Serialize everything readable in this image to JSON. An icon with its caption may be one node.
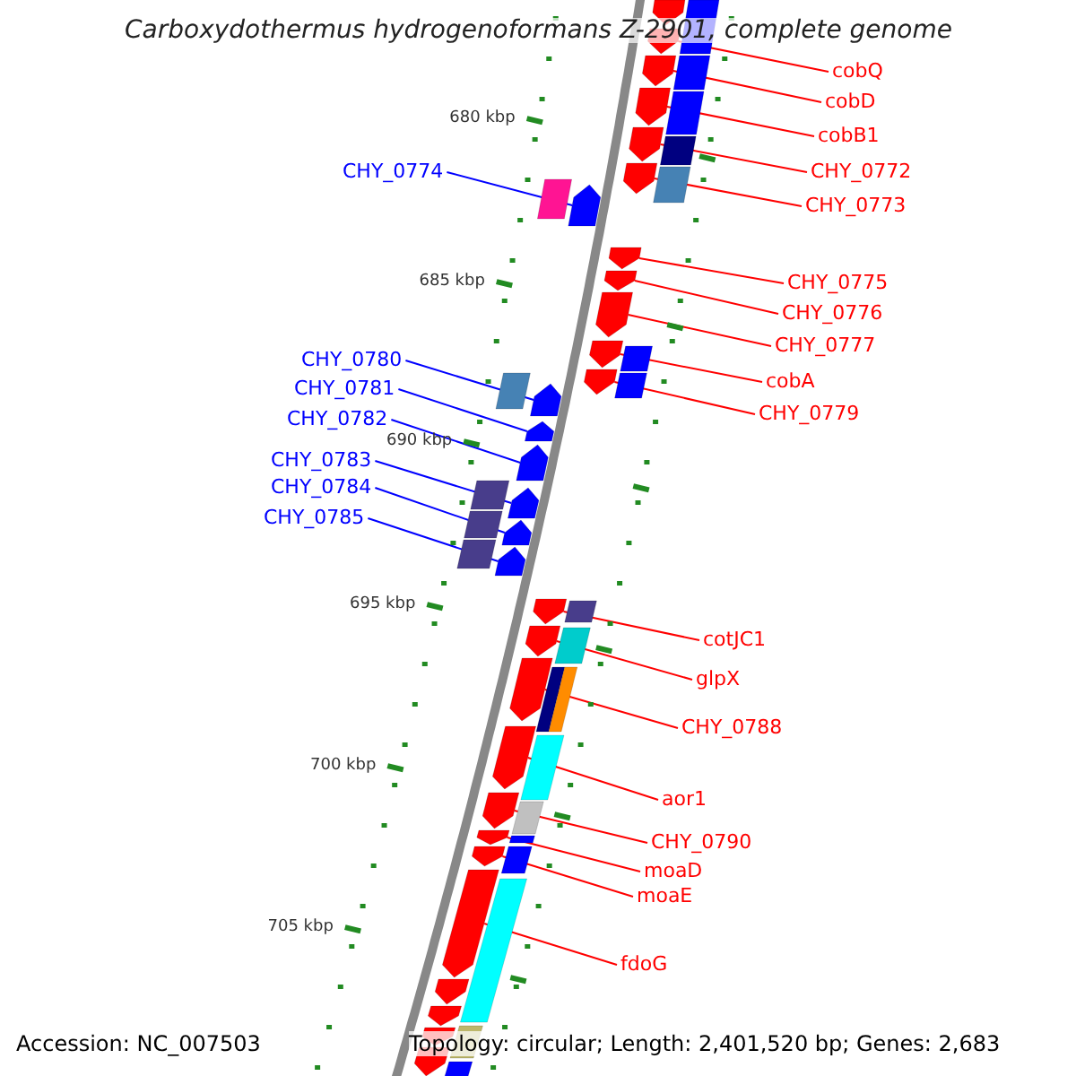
{
  "diagram": {
    "title": "Carboxydothermus hydrogenoformans Z-2901, complete genome",
    "nodes": [
      {
        "text": [
          "cobQ"
        ]
      },
      {
        "text": [],
        "shape": "pentagon"
      },
      {
        "text": [
          "cobD"
        ]
      },
      {
        "text": [],
        "shape": "pentagon"
      },
      {
        "text": [
          "cobB1"
        ]
      },
      {
        "text": [],
        "shape": "pentagon"
      },
      {
        "text": [
          "CHY_0774"
        ]
      },
      {
        "text": [],
        "shape": "pentagon"
      },
      {
        "text": [
          "CHY_0772"
        ]
      },
      {
        "text": [],
        "shape": "pentagon"
      },
      {
        "text": [
          "CHY_0773"
        ]
      },
      {
        "text": [],
        "shape": "pentagon"
      },
      {
        "text": [
          "CHY_0775"
        ]
      },
      {
        "text": [],
        "shape": "pentagon"
      },
      {
        "text": [
          "CHY_0776"
        ]
      },
      {
        "text": [],
        "shape": "pentagon"
      },
      {
        "text": [
          "CHY_0777"
        ]
      },
      {
        "text": [],
        "shape": "pentagon"
      },
      {
        "text": [
          "CHY_0780"
        ]
      },
      {
        "text": [],
        "shape": "pentagon"
      },
      {
        "text": [
          "cobA"
        ]
      },
      {
        "text": [],
        "shape": "pentagon"
      },
      {
        "text": [
          "CHY_0781"
        ]
      },
      {
        "text": [],
        "shape": "pentagon"
      },
      {
        "text": [
          "CHY_0779"
        ]
      },
      {
        "text": [],
        "shape": "pentagon"
      },
      {
        "text": [
          "CHY_0782"
        ]
      },
      {
        "text": [],
        "shape": "pentagon"
      },
      {
        "text": [
          "CHY_0783"
        ]
      },
      {
        "text": [],
        "shape": "pentagon"
      },
      {
        "text": [
          "CHY_0784"
        ]
      },
      {
        "text": [],
        "shape": "pentagon"
      },
      {
        "text": [
          "CHY_0785"
        ]
      },
      {
        "text": [],
        "shape": "pentagon"
      },
      {
        "text": [
          "cotJC1"
        ]
      },
      {
        "text": [],
        "shape": "pentagon"
      },
      {
        "text": [
          "glpX"
        ]
      },
      {
        "text": [],
        "shape": "pentagon"
      },
      {
        "text": [
          "CHY_0788"
        ]
      },
      {
        "text": [],
        "shape": "pentagon"
      },
      {
        "text": [
          "aor1"
        ]
      },
      {
        "text": [],
        "shape": "pentagon"
      },
      {
        "text": [
          "CHY_0790"
        ]
      },
      {
        "text": [],
        "shape": "pentagon"
      },
      {
        "text": [
          "moaD"
        ]
      },
      {
        "text": [],
        "shape": "pentagon"
      },
      {
        "text": [
          "moaE"
        ]
      },
      {
        "text": [],
        "shape": "pentagon"
      },
      {
        "text": [
          "fdoG"
        ]
      },
      {
        "text": [],
        "shape": "pentagon"
      },
      {
        "text": [],
        "shape": "pentagon"
      },
      {
        "text": [],
        "shape": "box"
      },
      {
        "text": [],
        "shape": "box"
      },
      {
        "text": [],
        "shape": "box"
      },
      {
        "text": [],
        "shape": "box"
      },
      {
        "text": [],
        "shape": "box"
      },
      {
        "text": [],
        "shape": "box"
      },
      {
        "text": [],
        "shape": "box"
      },
      {
        "text": [],
        "shape": "box"
      },
      {
        "text": [],
        "shape": "box"
      },
      {
        "text": [],
        "shape": "box"
      },
      {
        "text": [],
        "shape": "box"
      },
      {
        "text": [],
        "shape": "box"
      },
      {
        "text": [],
        "shape": "box"
      },
      {
        "text": [],
        "shape": "box"
      },
      {
        "text": [],
        "shape": "box"
      },
      {
        "text": [],
        "shape": "box"
      },
      {
        "text": [],
        "shape": "box"
      },
      {
        "text": [],
        "shape": "box"
      },
      {
        "text": [],
        "shape": "box"
      },
      {
        "text": [],
        "shape": "box"
      },
      {
        "text": [],
        "shape": "box"
      },
      {
        "text": [],
        "shape": "box"
      },
      {
        "text": [],
        "shape": "box"
      },
      {
        "text": [],
        "shape": "pentagon"
      },
      {
        "text": [],
        "shape": "pentagon"
      },
      {
        "text": [],
        "shape": "pentagon"
      },
      {
        "text": [],
        "shape": "pentagon"
      }
    ],
    "edges": [
      {
        "from": 0,
        "to": 1,
        "arrow": "none"
      },
      {
        "from": 2,
        "to": 3,
        "arrow": "none"
      },
      {
        "from": 4,
        "to": 5,
        "arrow": "none"
      },
      {
        "from": 6,
        "to": 7,
        "arrow": "none",
        "color": "#0000ff"
      },
      {
        "from": 8,
        "to": 9,
        "arrow": "none"
      },
      {
        "from": 10,
        "to": 11,
        "arrow": "none"
      },
      {
        "from": 12,
        "to": 13,
        "arrow": "none"
      },
      {
        "from": 14,
        "to": 15,
        "arrow": "none"
      },
      {
        "from": 16,
        "to": 17,
        "arrow": "none"
      },
      {
        "from": 18,
        "to": 19,
        "arrow": "none",
        "color": "#0000ff"
      },
      {
        "from": 20,
        "to": 21,
        "arrow": "none"
      },
      {
        "from": 22,
        "to": 23,
        "arrow": "none",
        "color": "#0000ff"
      },
      {
        "from": 24,
        "to": 25,
        "arrow": "none"
      },
      {
        "from": 26,
        "to": 27,
        "arrow": "none",
        "color": "#0000ff"
      },
      {
        "from": 28,
        "to": 29,
        "arrow": "none",
        "color": "#0000ff"
      },
      {
        "from": 30,
        "to": 31,
        "arrow": "none",
        "color": "#0000ff"
      },
      {
        "from": 32,
        "to": 33,
        "arrow": "none",
        "color": "#0000ff"
      },
      {
        "from": 34,
        "to": 35,
        "arrow": "none"
      },
      {
        "from": 36,
        "to": 37,
        "arrow": "none"
      },
      {
        "from": 38,
        "to": 39,
        "arrow": "none"
      },
      {
        "from": 40,
        "to": 41,
        "arrow": "none"
      },
      {
        "from": 42,
        "to": 43,
        "arrow": "none"
      },
      {
        "from": 44,
        "to": 45,
        "arrow": "none"
      },
      {
        "from": 46,
        "to": 47,
        "arrow": "none"
      },
      {
        "from": 48,
        "to": 49,
        "arrow": "none"
      }
    ],
    "labels": [
      "680 kbp",
      "685 kbp",
      "690 kbp",
      "695 kbp",
      "700 kbp",
      "705 kbp",
      "Accession: NC_007503",
      "Topology: circular; Length: 2,401,520 bp; Genes: 2,683"
    ]
  }
}
